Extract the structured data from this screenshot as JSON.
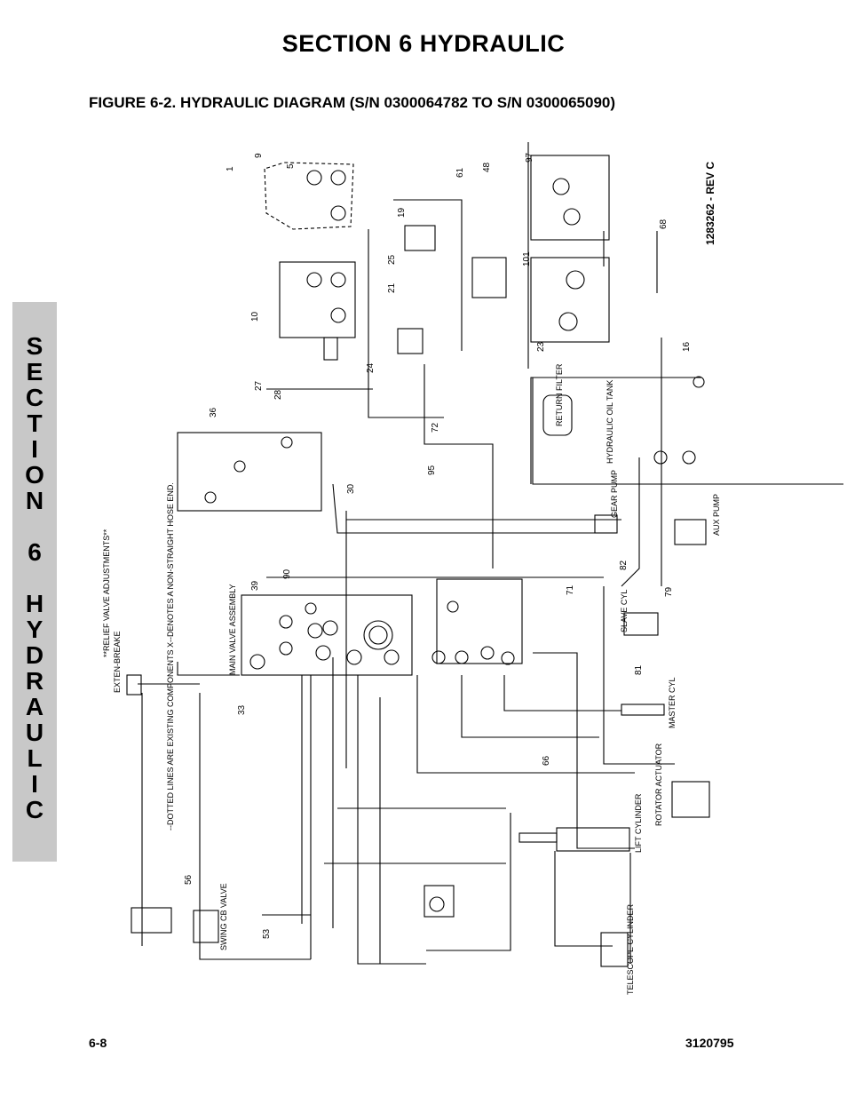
{
  "header": {
    "section_title": "SECTION 6    HYDRAULIC",
    "figure_title": "FIGURE 6-2. HYDRAULIC DIAGRAM (S/N 0300064782 TO S/N 0300065090)"
  },
  "side_tab": {
    "word1": [
      "S",
      "E",
      "C",
      "T",
      "I",
      "O",
      "N"
    ],
    "word2": [
      "6"
    ],
    "word3": [
      "H",
      "Y",
      "D",
      "R",
      "A",
      "U",
      "L",
      "I",
      "C"
    ]
  },
  "diagram": {
    "revision": "1283262 - REV C",
    "labels": {
      "tank": "HYDRAULIC OIL TANK",
      "return_filter": "RETURN FILTER",
      "main_valve": "MAIN VALVE ASSEMBLY",
      "gear_pump": "GEAR PUMP",
      "aux_pump": "AUX PUMP",
      "extend_brake": "EXTEN-BREAKE",
      "relief_header": "**RELIEF VALVE ADJUSTMENTS**",
      "lift_cylinder": "LIFT CYLINDER",
      "master_cyl": "MASTER CYL",
      "slave_cyl": "SLAVE CYL",
      "rotator_actuator": "ROTATOR ACTUATOR",
      "swing_valve": "SWING CB VALVE",
      "telescope_cyl": "TELESCOPE CYLINDER",
      "dotted_note": "--DOTTED LINES ARE EXISTING COMPONENTS X--DENOTES A NON-STRAIGHT HOSE END."
    },
    "part_numbers": {
      "n1": "1",
      "n5": "5",
      "n9": "9",
      "n10": "10",
      "n16": "16",
      "n19": "19",
      "n21": "21",
      "n23": "23",
      "n24": "24",
      "n25": "25",
      "n27": "27",
      "n28": "28",
      "n30": "30",
      "n33": "33",
      "n36": "36",
      "n39": "39",
      "n48": "48",
      "n53": "53",
      "n56": "56",
      "n61": "61",
      "n66": "66",
      "n68": "68",
      "n71": "71",
      "n72": "72",
      "n79": "79",
      "n81": "81",
      "n82": "82",
      "n90": "90",
      "n95": "95",
      "n97": "97",
      "n101": "101"
    }
  },
  "footer": {
    "page": "6-8",
    "doc_number": "3120795"
  }
}
